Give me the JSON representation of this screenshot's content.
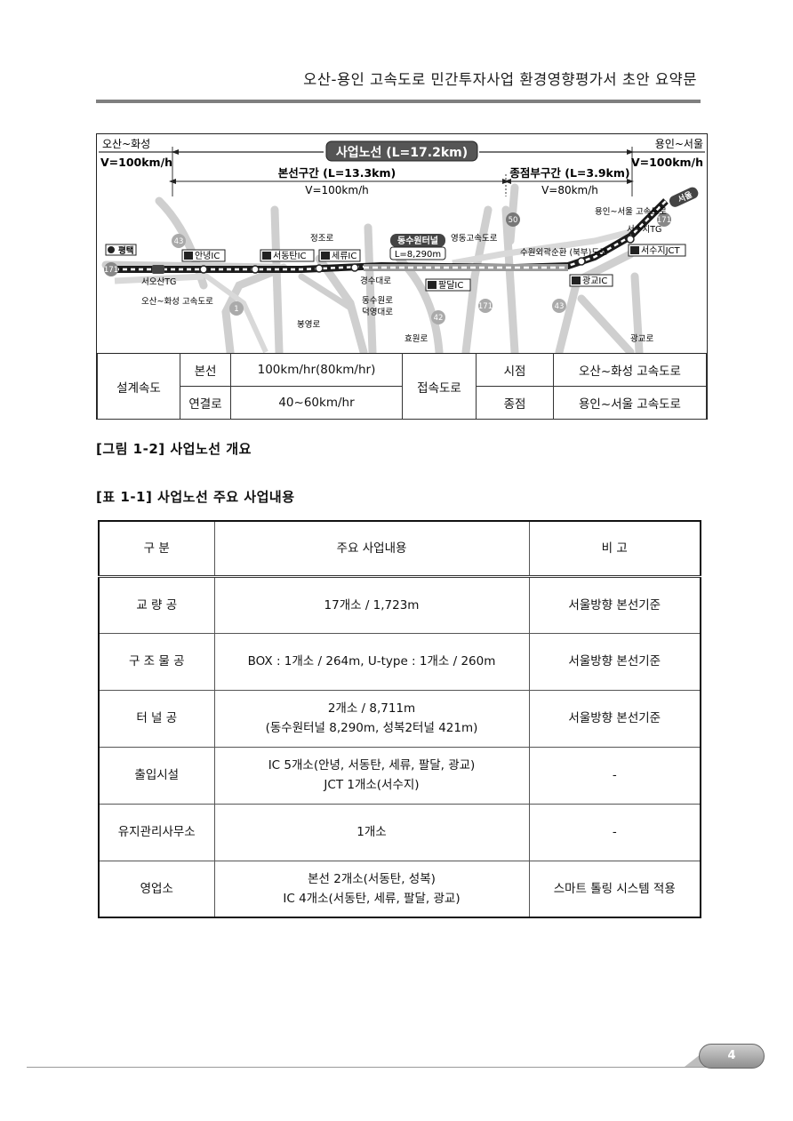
{
  "header": {
    "title": "오산-용인 고속도로 민간투자사업 환경영향평가서 초안 요약문"
  },
  "figure": {
    "left_section": {
      "label": "오산~화성",
      "speed": "V=100km/h"
    },
    "right_section": {
      "label": "용인~서울",
      "speed": "V=100km/h"
    },
    "main_route": "사업노선 (L=17.2km)",
    "mainline_segment": {
      "label": "본선구간 (L=13.3km)",
      "speed": "V=100km/h"
    },
    "terminal_segment": {
      "label": "종점부구간 (L=3.9km)",
      "speed": "V=80km/h"
    },
    "tunnel": {
      "name": "동수원터널",
      "length": "L=8,290m"
    },
    "labels": {
      "pyeongtaek": "평택",
      "seoul": "서울",
      "anyeong_ic": "안녕IC",
      "seodongtan_ic": "서동탄IC",
      "seryu_ic": "세류IC",
      "paldal_ic": "팔달IC",
      "gwanggyo_ic": "광교IC",
      "seosuji_jct": "서수지JCT",
      "seosuji_tg": "서수지TG",
      "seoosan_tg": "서오산TG",
      "osan_hwaseong_exp": "오산~화성 고속도로",
      "yongin_seoul_exp": "용인~서울 고속도로",
      "yeongdong_exp": "영동고속도로",
      "suwon_ring": "수원외곽순환 (북부)도로",
      "jeongjo_ro": "정조로",
      "gyeongsu_daero": "경수대로",
      "dongsuwon_ro": "동수원로",
      "deogyeong_daero": "덕영대로",
      "bongyeong_ro": "봉영로",
      "hyowon_ro": "효원로",
      "gwanggyo_ro": "광교로",
      "rt43a": "43",
      "rt1": "1",
      "rt42": "42",
      "rt171a": "171",
      "rt43b": "43",
      "rt50": "50",
      "rt171b": "171",
      "rt171c": "171",
      "ic_mark": "IC"
    },
    "spec_table": {
      "design_speed": "설계속도",
      "mainline": "본선",
      "mainline_val": "100km/hr(80km/hr)",
      "ramp": "연결로",
      "ramp_val": "40~60km/hr",
      "connection": "접속도로",
      "start": "시점",
      "start_val": "오산~화성 고속도로",
      "end": "종점",
      "end_val": "용인~서울 고속도로"
    }
  },
  "figure_caption": "[그림 1-2] 사업노선 개요",
  "table_caption": "[표 1-1] 사업노선 주요 사업내용",
  "table": {
    "headers": [
      "구 분",
      "주요 사업내용",
      "비 고"
    ],
    "rows": [
      {
        "cat": "교 량 공",
        "l1": "17개소 / 1,723m",
        "l2": "",
        "note": "서울방향 본선기준"
      },
      {
        "cat": "구 조 물 공",
        "l1": "BOX : 1개소 / 264m, U-type : 1개소 / 260m",
        "l2": "",
        "note": "서울방향 본선기준"
      },
      {
        "cat": "터 널 공",
        "l1": "2개소 / 8,711m",
        "l2": "(동수원터널 8,290m, 성복2터널 421m)",
        "note": "서울방향 본선기준"
      },
      {
        "cat": "출입시설",
        "l1": "IC 5개소(안녕, 서동탄, 세류, 팔달, 광교)",
        "l2": "JCT 1개소(서수지)",
        "note": "-"
      },
      {
        "cat": "유지관리사무소",
        "l1": "1개소",
        "l2": "",
        "note": "-"
      },
      {
        "cat": "영업소",
        "l1": "본선 2개소(서동탄, 성복)",
        "l2": "IC 4개소(서동탄, 세류, 팔달, 광교)",
        "note": "스마트 톨링 시스템 적용"
      }
    ]
  },
  "footer": {
    "page": "4"
  },
  "colors": {
    "rule": "#7f7f7f",
    "route_dark": "#1b1b1b",
    "road_gray": "#c8c8c8"
  }
}
